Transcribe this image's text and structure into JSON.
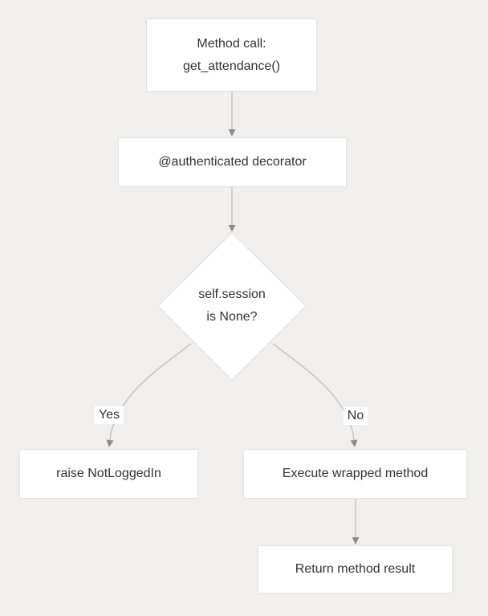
{
  "diagram": {
    "type": "flowchart",
    "nodes": {
      "start": {
        "lines": [
          "Method call:",
          "get_attendance()"
        ]
      },
      "decorator": {
        "label": "@authenticated decorator"
      },
      "decision": {
        "lines": [
          "self.session",
          "is None?"
        ]
      },
      "raise_not_logged_in": {
        "label": "raise NotLoggedIn"
      },
      "execute_wrapped": {
        "label": "Execute wrapped method"
      },
      "return_result": {
        "label": "Return method result"
      }
    },
    "edges": {
      "yes_label": "Yes",
      "no_label": "No"
    },
    "colors": {
      "background": "#f0efed",
      "node_fill": "#ffffff",
      "node_border": "#e2e2e2",
      "text": "#333333",
      "edge_line": "#b0b0b0",
      "arrowhead": "#8c8c8c"
    }
  }
}
